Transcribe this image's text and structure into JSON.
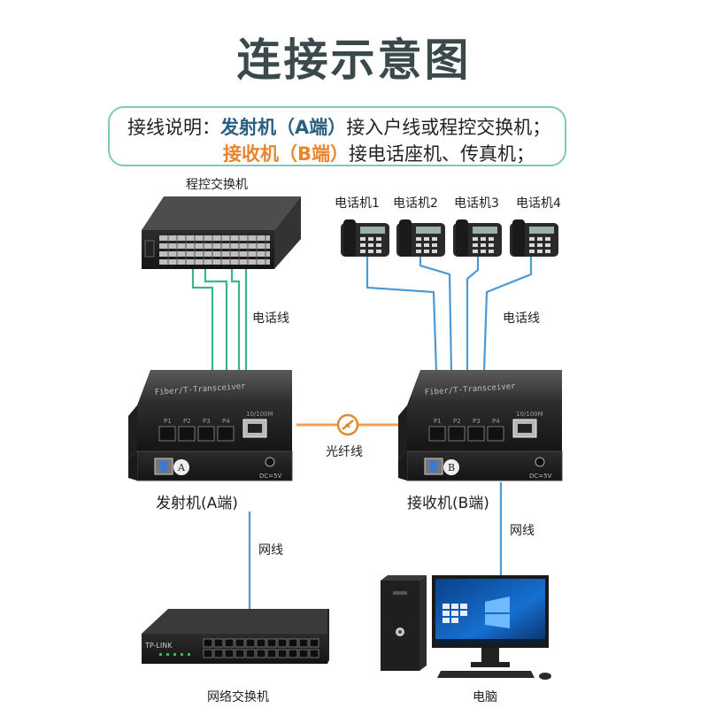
{
  "title": "连接示意图",
  "legend": {
    "prefix": "接线说明：",
    "a_name": "发射机（A端）",
    "a_desc": "接入户线或程控交换机；",
    "b_name": "接收机（B端）",
    "b_desc": "接电话座机、传真机；"
  },
  "labels": {
    "pbx": "程控交换机",
    "phone1": "电话机1",
    "phone2": "电话机2",
    "phone3": "电话机3",
    "phone4": "电话机4",
    "phone_line_left": "电话线",
    "phone_line_right": "电话线",
    "fiber": "光纤线",
    "transmitter": "发射机(A端)",
    "receiver": "接收机(B端)",
    "net_line_left": "网线",
    "net_line_right": "网线",
    "switch": "网络交换机",
    "computer": "电脑"
  },
  "device_text": {
    "port_p1": "P1",
    "port_p2": "P2",
    "port_p3": "P3",
    "port_p4": "P4",
    "eth": "10/100M",
    "power": "DC=5V",
    "tx_letter": "A",
    "rx_letter": "B",
    "brand": "Fiber/T-Transceiver",
    "switch_brand": "TP-LINK"
  },
  "colors": {
    "green_line": "#3cb48c",
    "blue_line": "#4a9ad6",
    "fiber_line": "#f0a050",
    "accent_a": "#2a5f82",
    "accent_b": "#e8852e",
    "legend_border": "#7ec8bd"
  }
}
